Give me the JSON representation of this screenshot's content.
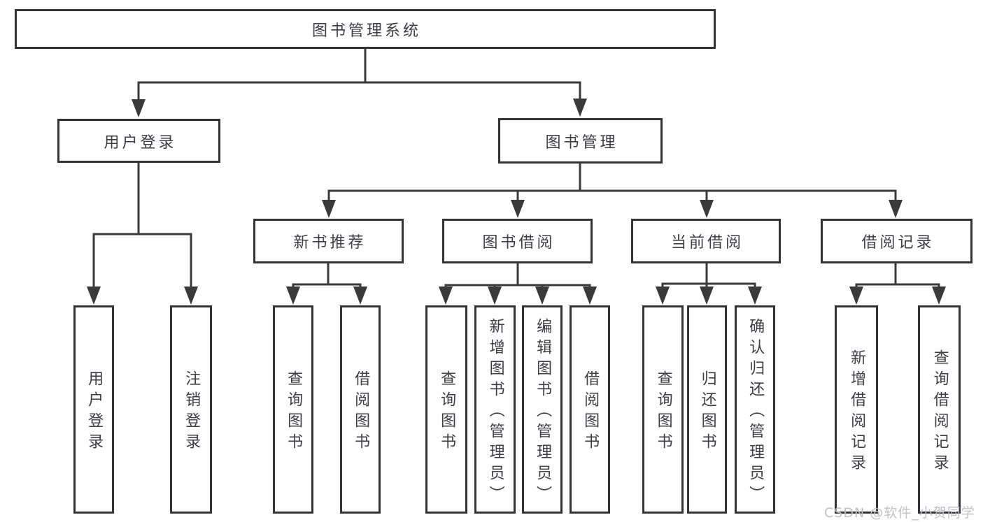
{
  "diagram": {
    "type": "hierarchy-diagram",
    "root": {
      "label": "图书管理系统"
    },
    "branches": [
      {
        "label": "用户登录",
        "children": [
          "用户登录",
          "注销登录"
        ]
      },
      {
        "label": "图书管理",
        "children": [
          {
            "label": "新书推荐",
            "children": [
              "查询图书",
              "借阅图书"
            ]
          },
          {
            "label": "图书借阅",
            "children": [
              "查询图书",
              "新增图书（管理员）",
              "编辑图书（管理员）",
              "借阅图书"
            ]
          },
          {
            "label": "当前借阅",
            "children": [
              "查询图书",
              "归还图书",
              "确认归还（管理员）"
            ]
          },
          {
            "label": "借阅记录",
            "children": [
              "新增借阅记录",
              "查询借阅记录"
            ]
          }
        ]
      }
    ]
  },
  "watermark": {
    "text": "CSDN @软件_小贺同学"
  },
  "colors": {
    "background": "#ffffff",
    "line": "#3a3a3a",
    "box_border": "#343438",
    "text": "#3d3d44",
    "watermark": "#bebec4"
  }
}
